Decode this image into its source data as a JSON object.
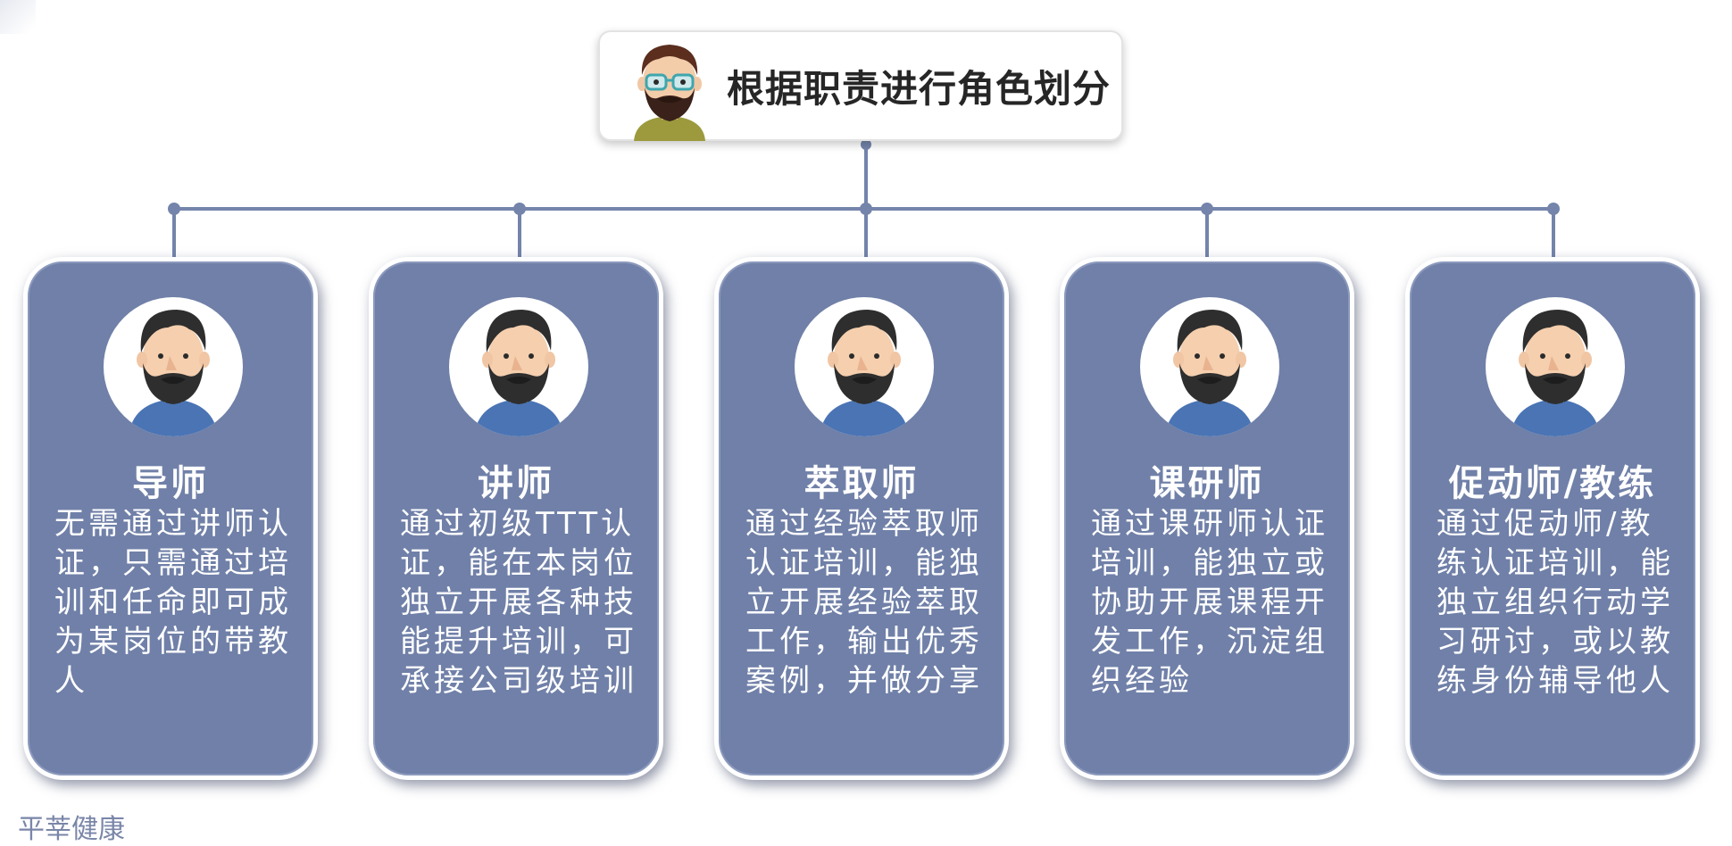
{
  "root": {
    "title": "根据职责进行角色划分",
    "avatar_icon": "man-with-glasses-icon"
  },
  "roles": [
    {
      "title": "导师",
      "description": "无需通过讲师认证，只需通过培训和任命即可成为某岗位的带教人",
      "avatar_icon": "bearded-man-avatar-icon"
    },
    {
      "title": "讲师",
      "description": "通过初级TTT认证，能在本岗位独立开展各种技能提升培训，可承接公司级培训",
      "avatar_icon": "bearded-man-avatar-icon"
    },
    {
      "title": "萃取师",
      "description": "通过经验萃取师认证培训，能独立开展经验萃取工作，输出优秀案例，并做分享",
      "avatar_icon": "bearded-man-avatar-icon"
    },
    {
      "title": "课研师",
      "description": "通过课研师认证培训，能独立或协助开展课程开发工作，沉淀组织经验",
      "avatar_icon": "bearded-man-avatar-icon"
    },
    {
      "title": "促动师/教练",
      "description": "通过促动师/教练认证培训，能独立组织行动学习研讨，或以教练身份辅导他人",
      "avatar_icon": "bearded-man-avatar-icon"
    }
  ],
  "footer": {
    "text": "平莘健康"
  },
  "colors": {
    "card_fill": "#7080a8",
    "connector": "#7484ab",
    "title_text": "#262626",
    "card_text": "#ffffff"
  }
}
